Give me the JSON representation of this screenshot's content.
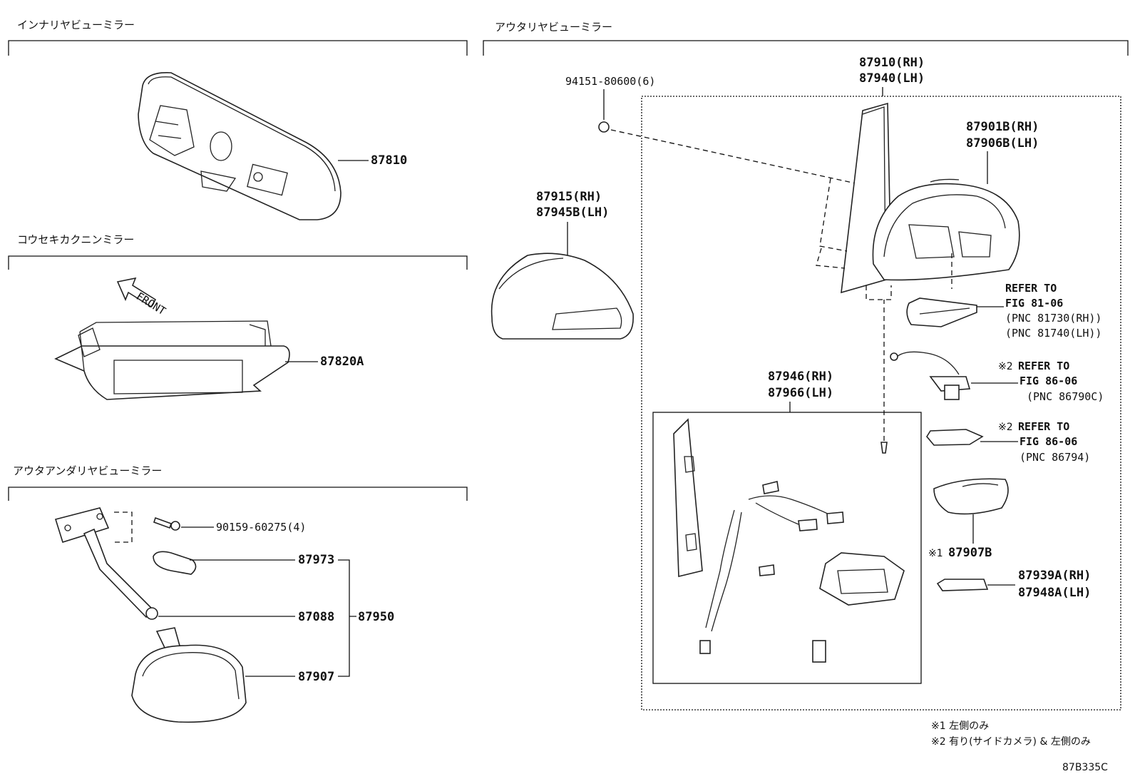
{
  "sections": {
    "inner_mirror": "インナリヤビューミラー",
    "outer_mirror": "アウタリヤビューミラー",
    "check_mirror": "コウセキカクニンミラー",
    "under_mirror": "アウタアンダリヤビューミラー"
  },
  "front_label": "FRONT",
  "inner_parts": {
    "p87810": "87810",
    "p87820a": "87820A"
  },
  "under_parts": {
    "bolt": "90159-60275(4)",
    "p87973": "87973",
    "p87088": "87088",
    "p87907": "87907",
    "p87950": "87950"
  },
  "outer_parts": {
    "screw": "94151-80600(6)",
    "cover_rh": "87915(RH)",
    "cover_lh": "87945B(LH)",
    "assy_rh": "87910(RH)",
    "assy_lh": "87940(LH)",
    "housing_rh": "87901B(RH)",
    "housing_lh": "87906B(LH)",
    "base_rh": "87946(RH)",
    "base_lh": "87966(LH)",
    "p87907b": "87907B",
    "p87939a": "87939A(RH)",
    "p87948a": "87948A(LH)"
  },
  "refs": {
    "r1_a": "REFER TO",
    "r1_b": "FIG 81-06",
    "r1_c": "(PNC 81730(RH))",
    "r1_d": "(PNC 81740(LH))",
    "r2_mark": "※2",
    "r2_a": "REFER TO",
    "r2_b": "FIG 86-06",
    "r2_c": "(PNC 86790C)",
    "r3_mark": "※2",
    "r3_a": "REFER TO",
    "r3_b": "FIG 86-06",
    "r3_c": "(PNC 86794)",
    "mark1": "※1"
  },
  "notes": {
    "n1": "※1 左側のみ",
    "n2": "※2 有り(サイドカメラ) & 左側のみ"
  },
  "diagram_code": "87B335C"
}
